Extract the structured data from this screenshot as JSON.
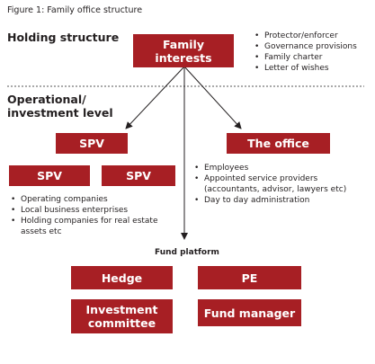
{
  "figure_title": "Figure 1: Family office structure",
  "sections": {
    "holding": "Holding structure",
    "operational": "Operational/\ninvestment level"
  },
  "boxes": {
    "family_interests": "Family\ninterests",
    "spv_top": "SPV",
    "spv_left": "SPV",
    "spv_right": "SPV",
    "the_office": "The office",
    "hedge": "Hedge",
    "pe": "PE",
    "investment_committee": "Investment\ncommittee",
    "fund_manager": "Fund manager"
  },
  "holding_bullets": [
    "Protector/enforcer",
    "Governance provisions",
    "Family charter",
    "Letter of wishes"
  ],
  "office_bullets": [
    "Employees",
    "Appointed service providers (accountants, advisor, lawyers etc)",
    "Day to day administration"
  ],
  "spv_bullets": [
    "Operating companies",
    "Local business enterprises",
    "Holding companies for real estate assets etc"
  ],
  "fund_platform_label": "Fund platform",
  "colors": {
    "box_fill": "#a71f24",
    "text": "#231f20",
    "divider": "#555555"
  }
}
